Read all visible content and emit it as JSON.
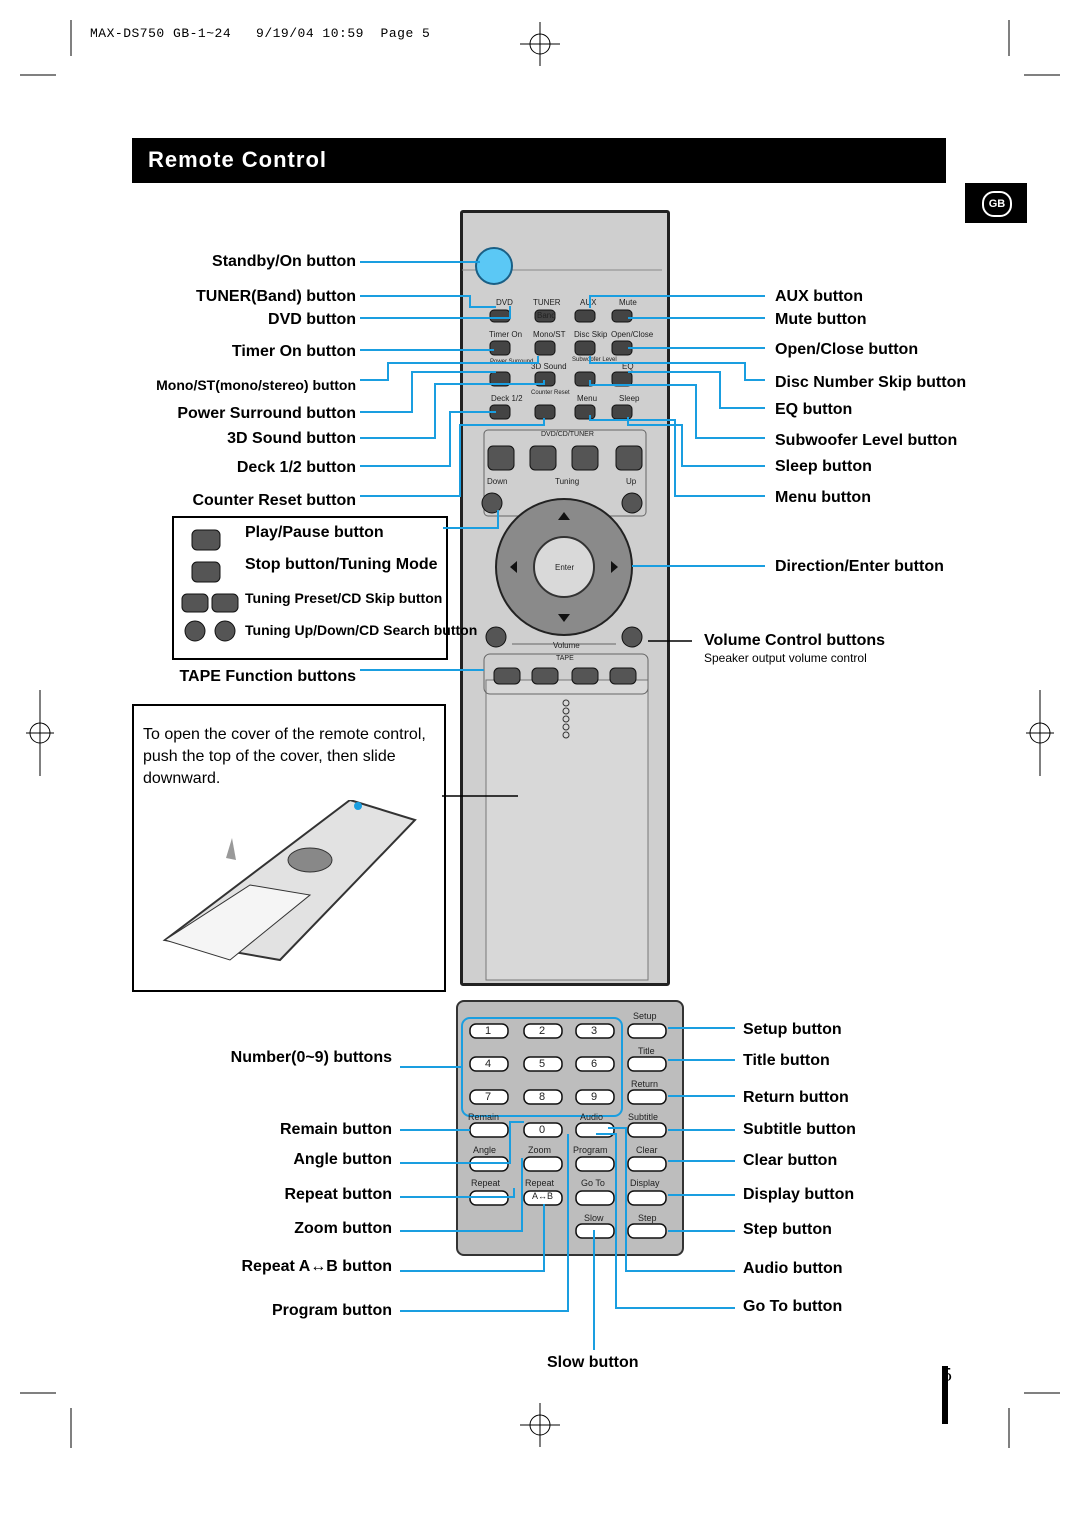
{
  "print_header": "MAX-DS750 GB-1~24   9/19/04 10:59  Page 5",
  "title": "Remote Control",
  "language_badge": "GB",
  "page_number": "5",
  "left_labels": {
    "standby": "Standby/On button",
    "tuner": "TUNER(Band) button",
    "dvd": "DVD button",
    "timer": "Timer On button",
    "mono": "Mono/ST(mono/stereo) button",
    "power_surround": "Power Surround button",
    "sound3d": "3D Sound  button",
    "deck": "Deck 1/2 button",
    "counter": "Counter Reset button",
    "tape": "TAPE Function buttons"
  },
  "legend": {
    "play_pause": "Play/Pause button",
    "stop": "Stop button/Tuning Mode",
    "preset": "Tuning Preset/CD Skip button",
    "search": "Tuning Up/Down/CD Search button"
  },
  "right_labels": {
    "aux": "AUX button",
    "mute": "Mute button",
    "open_close": "Open/Close button",
    "disc_skip": "Disc Number Skip button",
    "eq": "EQ button",
    "subwoofer": "Subwoofer Level button",
    "sleep": "Sleep button",
    "menu": "Menu button",
    "direction": "Direction/Enter button",
    "volume": "Volume Control buttons",
    "volume_note": "Speaker output volume control"
  },
  "note_text": "To open the cover of the remote control, push the top of the cover, then slide downward.",
  "bottom_left_labels": {
    "number": "Number(0~9) buttons",
    "remain": "Remain button",
    "angle": "Angle button",
    "repeat": "Repeat button",
    "zoom": "Zoom button",
    "repeat_ab": "Repeat A↔B button",
    "program": "Program button"
  },
  "bottom_right_labels": {
    "setup": "Setup button",
    "title": "Title button",
    "return": "Return button",
    "subtitle": "Subtitle  button",
    "clear": "Clear button",
    "display": "Display button",
    "step": "Step button",
    "audio": "Audio button",
    "goto": "Go To button"
  },
  "slow_label": "Slow button",
  "remote_top": {
    "row1": [
      "DVD",
      "TUNER",
      "AUX",
      "Mute"
    ],
    "band": "Band",
    "row2": [
      "Timer On",
      "Mono/ST",
      "Disc Skip",
      "Open/Close"
    ],
    "row3": [
      "Power Surround",
      "3D Sound",
      "Subwoofer Level",
      "EQ"
    ],
    "row4": [
      "Deck 1/2",
      "Counter Reset",
      "Menu",
      "Sleep"
    ],
    "dvd_cd_tuner": "DVD/CD/TUNER",
    "tuning_down": "Down",
    "tuning": "Tuning",
    "tuning_up": "Up",
    "enter": "Enter",
    "volume": "Volume",
    "tape": "TAPE"
  },
  "remote_bottom": {
    "setup": "Setup",
    "title": "Title",
    "return": "Return",
    "digits": [
      "1",
      "2",
      "3",
      "4",
      "5",
      "6",
      "7",
      "8",
      "9",
      "0"
    ],
    "remain": "Remain",
    "audio": "Audio",
    "subtitle": "Subtitle",
    "angle": "Angle",
    "zoom": "Zoom",
    "program": "Program",
    "clear": "Clear",
    "repeat": "Repeat",
    "repeat2": "Repeat",
    "ab": "A↔B",
    "goto": "Go To",
    "display": "Display",
    "slow": "Slow",
    "step": "Step"
  },
  "colors": {
    "callout": "#1a9ee0",
    "remote_body": "#cfcfcf",
    "power": "#5bc8f5"
  }
}
